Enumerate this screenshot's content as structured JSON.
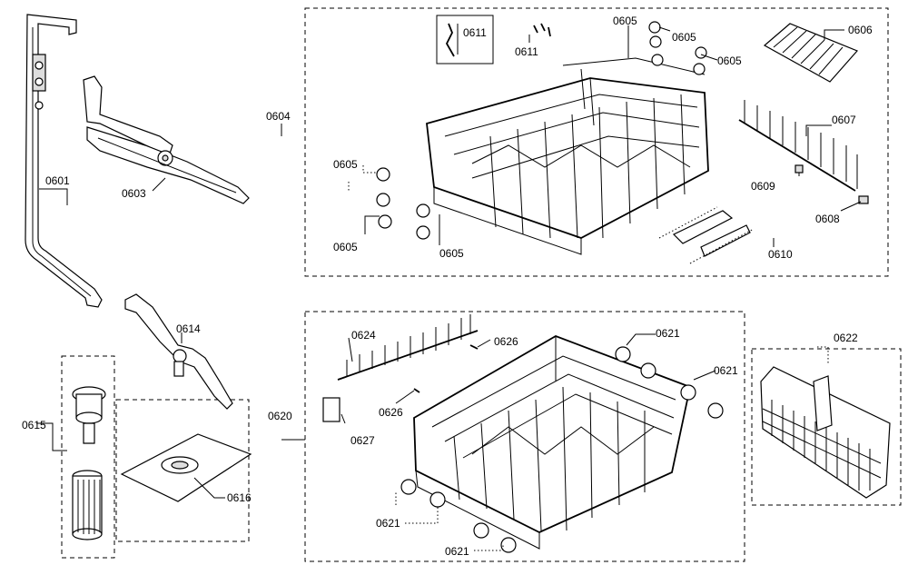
{
  "diagram": {
    "labels": {
      "p0601": "0601",
      "p0603": "0603",
      "p0604": "0604",
      "p0605": "0605",
      "p0606": "0606",
      "p0607": "0607",
      "p0608": "0608",
      "p0609": "0609",
      "p0610": "0610",
      "p0611": "0611",
      "p0614": "0614",
      "p0615": "0615",
      "p0616": "0616",
      "p0620": "0620",
      "p0621": "0621",
      "p0622": "0622",
      "p0624": "0624",
      "p0626": "0626",
      "p0627": "0627"
    }
  }
}
